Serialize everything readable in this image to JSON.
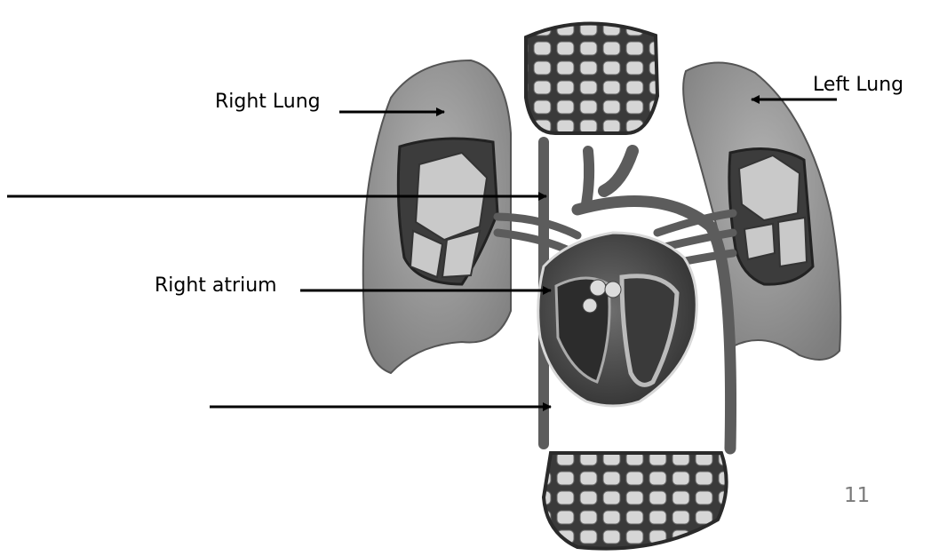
{
  "labels": {
    "right_lung": "Right Lung",
    "left_lung": "Left Lung",
    "right_atrium": "Right atrium"
  },
  "page_number": "11",
  "colors": {
    "tissue_fill": "#9a9a9a",
    "tissue_dark": "#4a4a4a",
    "vessel": "#5c5c5c",
    "arrow": "#000000"
  }
}
